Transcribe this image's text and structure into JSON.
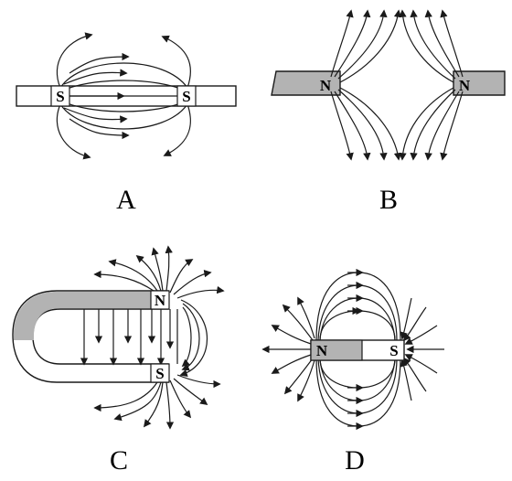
{
  "figures": {
    "A": {
      "caption": "A",
      "left_pole": "S",
      "right_pole": "S"
    },
    "B": {
      "caption": "B",
      "left_pole": "N",
      "right_pole": "N"
    },
    "C": {
      "caption": "C",
      "top_pole": "N",
      "bottom_pole": "S"
    },
    "D": {
      "caption": "D",
      "left_pole": "N",
      "right_pole": "S"
    }
  },
  "colors": {
    "ink": "#1a1a1a",
    "magnet_shade": "#b3b3b3",
    "magnet_white": "#ffffff"
  }
}
